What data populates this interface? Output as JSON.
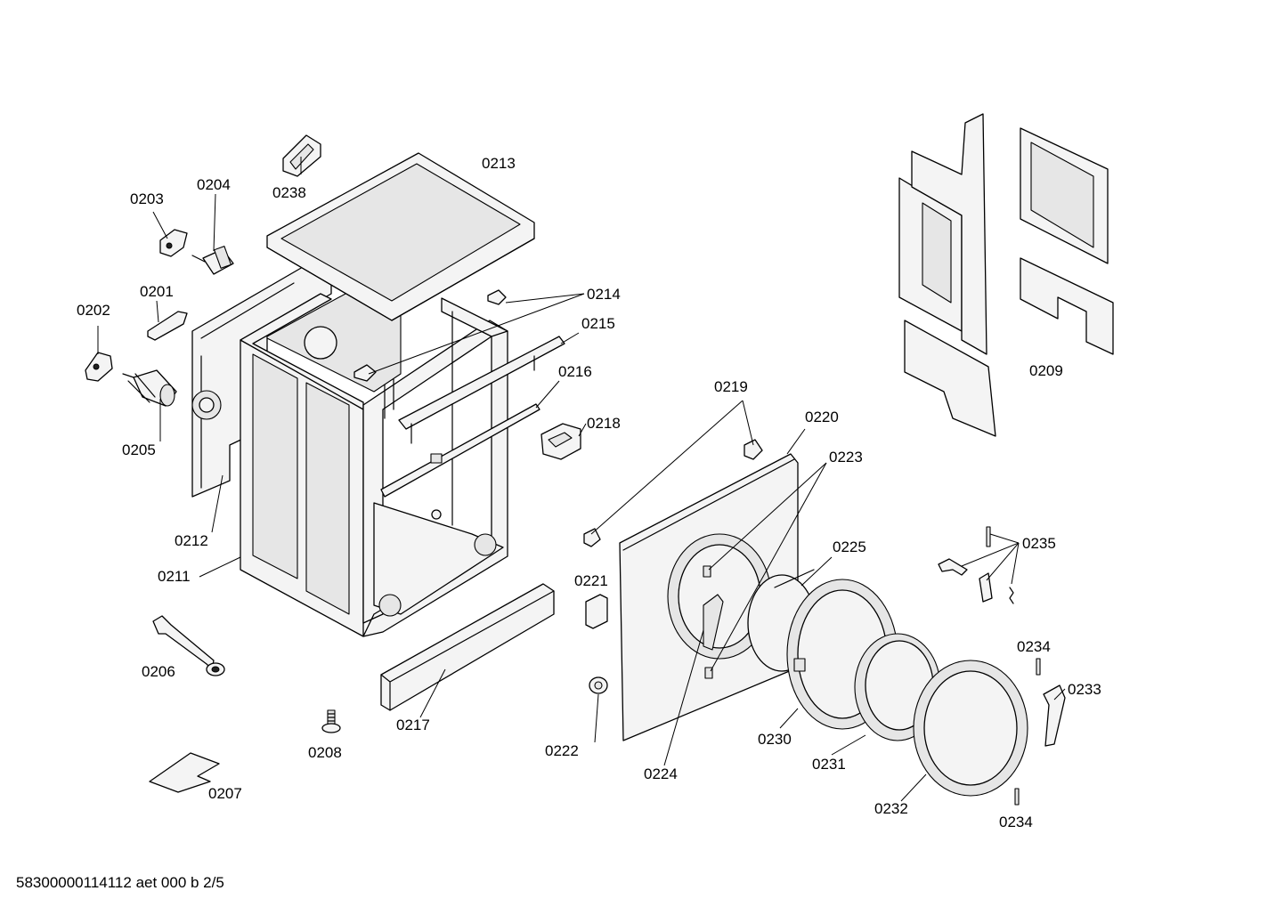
{
  "labels": {
    "l0213": "0213",
    "l0238": "0238",
    "l0204": "0204",
    "l0203": "0203",
    "l0201": "0201",
    "l0202": "0202",
    "l0205": "0205",
    "l0214": "0214",
    "l0215": "0215",
    "l0216": "0216",
    "l0218": "0218",
    "l0212": "0212",
    "l0211": "0211",
    "l0206": "0206",
    "l0208": "0208",
    "l0207": "0207",
    "l0217": "0217",
    "l0209": "0209",
    "l0219": "0219",
    "l0220": "0220",
    "l0223": "0223",
    "l0225": "0225",
    "l0221": "0221",
    "l0222": "0222",
    "l0224": "0224",
    "l0230": "0230",
    "l0231": "0231",
    "l0232": "0232",
    "l0233": "0233",
    "l0234a": "0234",
    "l0234b": "0234",
    "l0235": "0235"
  },
  "footer": {
    "code": "58300000114112 aet 000 b 2/5"
  }
}
